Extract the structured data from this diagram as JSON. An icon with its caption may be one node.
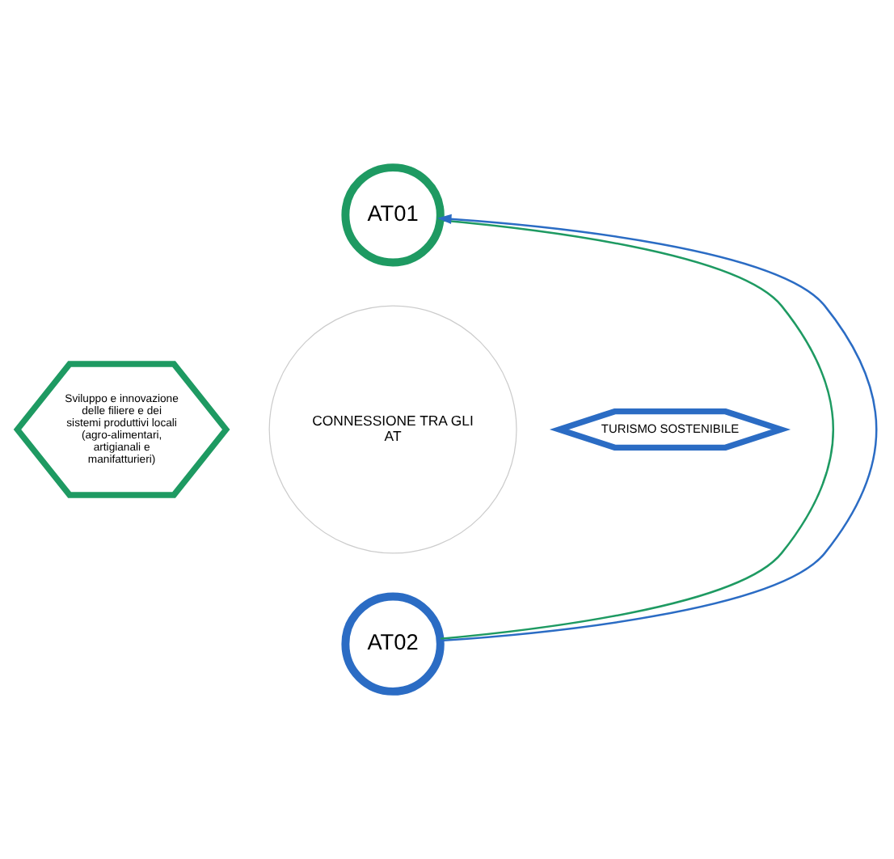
{
  "diagram": {
    "nodes": [
      {
        "text": [
          "AT01"
        ]
      },
      {
        "text": [
          "Sviluppo e innovazione delle filiere e dei sistemi produttivi locali",
          "(agro-alimentari, artigianali e manifatturieri)"
        ]
      },
      {
        "text": [
          "CONNESSIONE TRA GLI",
          "AT"
        ]
      },
      {
        "text": [
          "TURISMO SOSTENIBILE"
        ]
      },
      {
        "text": [
          "AT02"
        ]
      }
    ],
    "edges": [
      {
        "from": 0,
        "to": 4,
        "arrow": "none",
        "color": "#1e9a62"
      },
      {
        "from": 4,
        "to": 0,
        "arrow": "to",
        "color": "#2b6cc4"
      }
    ]
  }
}
